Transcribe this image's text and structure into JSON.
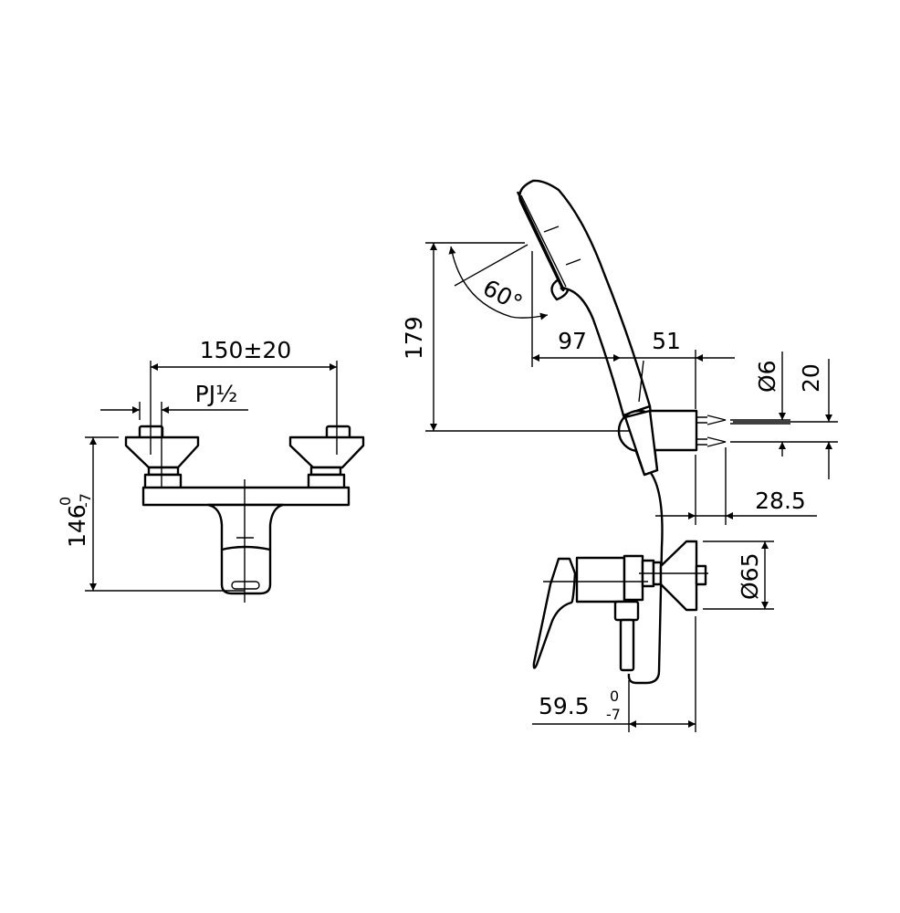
{
  "front_view": {
    "dim_spacing": "150±20",
    "dim_thread": "PJ½",
    "dim_height": "146",
    "dim_height_tol_upper": "0",
    "dim_height_tol_lower": "-7"
  },
  "side_view": {
    "dim_angle": "60°",
    "dim_height": "179",
    "dim_reach_head": "97",
    "dim_reach_bracket": "51",
    "dim_screw_dia": "Ø6",
    "dim_screw_spacing": "20",
    "dim_bracket_depth": "28.5",
    "dim_escutcheon_dia": "Ø65",
    "dim_valve_projection": "59.5",
    "dim_valve_tol_upper": "0",
    "dim_valve_tol_lower": "-7"
  }
}
